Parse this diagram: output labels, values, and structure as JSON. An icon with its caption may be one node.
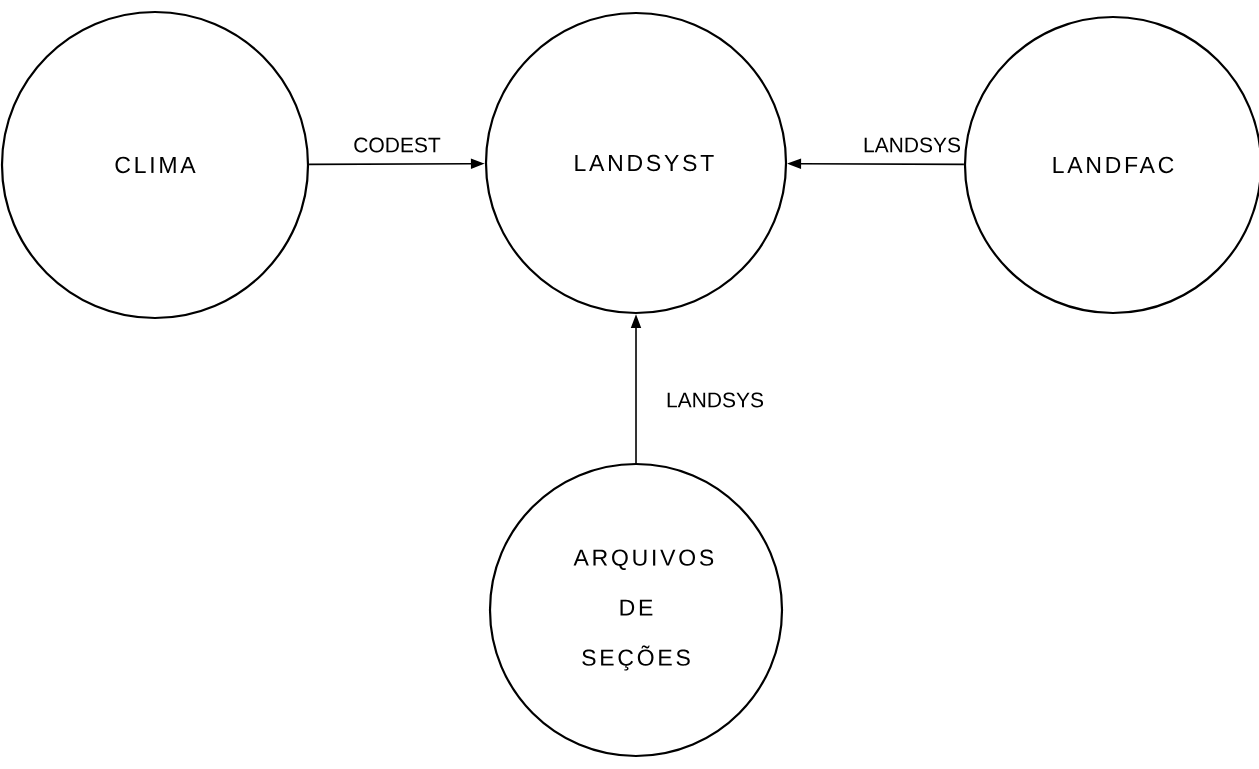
{
  "diagram": {
    "nodes": [
      {
        "text": [
          "CLIMA"
        ]
      },
      {
        "text": [
          "LANDSYST"
        ]
      },
      {
        "text": [
          "LANDFAC"
        ]
      },
      {
        "text": [
          "ARQUIVOS DE SEÇÕES"
        ]
      }
    ],
    "edges": [
      {
        "from": 0,
        "to": 1,
        "arrow": "to",
        "label": "CODEST"
      },
      {
        "from": 2,
        "to": 1,
        "arrow": "to",
        "label": "LANDSYS"
      },
      {
        "from": 3,
        "to": 1,
        "arrow": "to",
        "label": "LANDSYS"
      }
    ]
  }
}
